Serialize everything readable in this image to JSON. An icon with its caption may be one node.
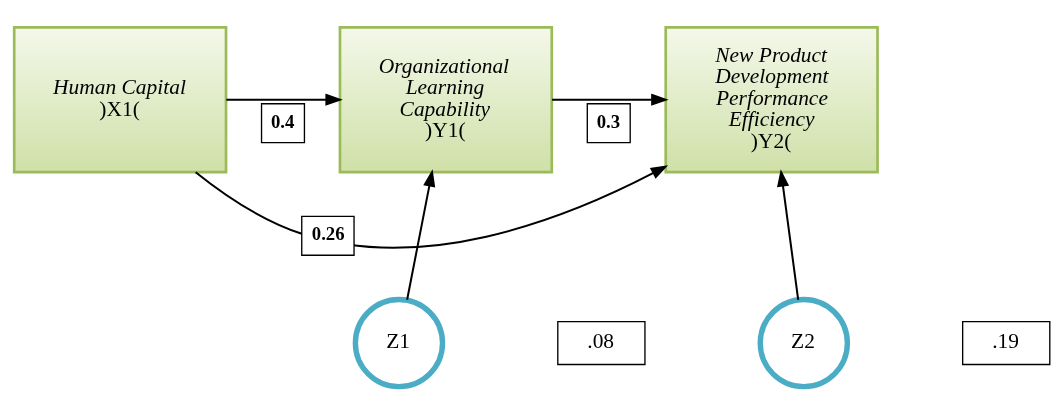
{
  "diagram": {
    "nodes": [
      {
        "text": [
          "Human Capital",
          ")X1("
        ]
      },
      {
        "text": [
          "Organizational Learning Capability",
          ")Y1("
        ]
      },
      {
        "text": [
          "New Product Development Performance Efficiency",
          ")Y2("
        ]
      },
      {
        "text": [
          "Z1"
        ]
      },
      {
        "text": [
          ".08"
        ]
      },
      {
        "text": [
          "Z2"
        ]
      },
      {
        "text": [
          ".19"
        ]
      }
    ],
    "edges": [
      {
        "from": 0,
        "to": 2,
        "arrow": "to",
        "label": "0.26"
      },
      {
        "from": 0,
        "to": 1,
        "arrow": "to",
        "label": "0.4"
      },
      {
        "from": 1,
        "to": 2,
        "arrow": "to",
        "label": "0.3"
      },
      {
        "from": 3,
        "to": 1,
        "arrow": "to"
      },
      {
        "from": 5,
        "to": 2,
        "arrow": "to"
      }
    ]
  }
}
